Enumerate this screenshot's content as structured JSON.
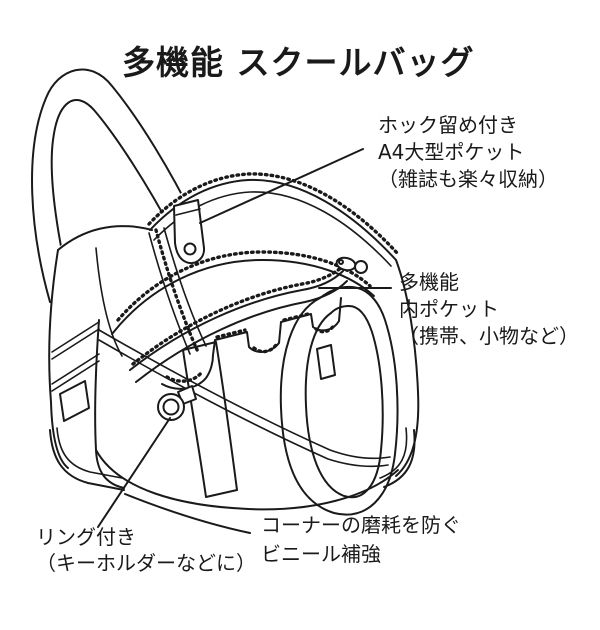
{
  "title": "多機能 スクールバッグ",
  "annotations": {
    "a4_pocket": {
      "lines": [
        "ホック留め付き",
        "A4大型ポケット",
        "（雑誌も楽々収納）"
      ]
    },
    "inner_pocket": {
      "lines": [
        "多機能",
        "内ポケット",
        "（携帯、小物など）"
      ]
    },
    "ring": {
      "lines": [
        "リング付き",
        "（キーホルダーなどに）"
      ]
    },
    "corner": {
      "lines": [
        "コーナーの磨耗を防ぐ",
        "ビニール補強"
      ]
    }
  },
  "illustration": {
    "subject": "school bag line drawing",
    "features": [
      "shoulder-strap-loop",
      "snap-tab",
      "a4-front-pocket",
      "open-main-zipper",
      "inner-organizer-pockets",
      "zipper-pull",
      "d-ring",
      "side-pocket-tab",
      "vinyl-corner-reinforcements"
    ]
  },
  "colors": {
    "ink": "#1a1a1a",
    "paper": "#ffffff"
  }
}
